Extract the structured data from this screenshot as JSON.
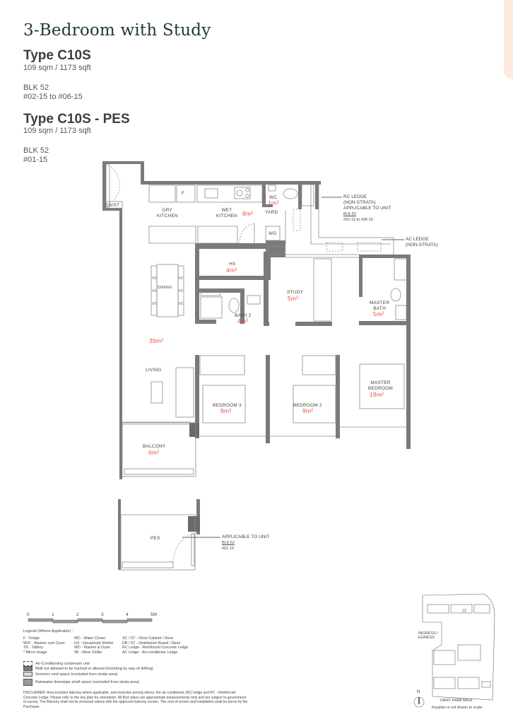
{
  "page": {
    "title": "3-Bedroom with Study"
  },
  "units": [
    {
      "type": "Type C10S",
      "area": "109 sqm / 1173 sqft",
      "block": "BLK 52",
      "units": "#02-15 to #06-15"
    },
    {
      "type": "Type C10S - PES",
      "area": "109 sqm / 1173 sqft",
      "block": "BLK 52",
      "units": "#01-15"
    }
  ],
  "floorplan": {
    "rooms": {
      "db_st": "DB/ST",
      "dry_kitchen": [
        "DRY",
        "KITCHEN"
      ],
      "fridge": "F",
      "wet_kitchen": [
        "WET",
        "KITCHEN"
      ],
      "kitchen_area": "8m²",
      "wc": "WC",
      "wc_area": "1m²",
      "yard": "YARD",
      "wd": "WD",
      "hs": "HS",
      "hs_area": "4m²",
      "dining": "DINING",
      "study": "STUDY",
      "study_area": "5m²",
      "bath2": "BATH 2",
      "bath2_area": "4m²",
      "master_bath": [
        "MASTER",
        "BATH"
      ],
      "master_bath_area": "5m²",
      "living_area": "39m²",
      "living": "LIVING",
      "bedroom3": "BEDROOM 3",
      "bedroom3_area": "9m²",
      "bedroom2": "BEDROOM 2",
      "bedroom2_area": "9m²",
      "master_bedroom": [
        "MASTER",
        "BEDROOM"
      ],
      "master_bedroom_area": "19m²",
      "balcony": "BALCONY",
      "balcony_area": "6m²",
      "pes": "PES"
    },
    "notes": {
      "rc_ledge": [
        "RC LEDGE",
        "(NON-STRATA)",
        "APPLICABLE TO UNIT"
      ],
      "rc_ledge_block": "BLK 52",
      "rc_ledge_units": "#02-15 to #06-15",
      "ac_ledge": [
        "AC LEDGE",
        "(NON-STRATA)"
      ],
      "pes_applicable": "APPLICABLE TO UNIT",
      "pes_block": "BLK 52",
      "pes_units": "#01-15"
    }
  },
  "scale": {
    "ticks": [
      "0",
      "1",
      "2",
      "3",
      "4",
      "5M"
    ]
  },
  "legend": {
    "heading": "Legend (Where Applicable) :",
    "abbrev": [
      "F - Fridge",
      "WC - Water Closet",
      "SC / ST - Shoe Cabinet / Store",
      "W/D - Washer cum Dryer",
      "HS - Household Shelter",
      "DB / ST - Distribution Board / Store",
      "TB - Tallboy",
      "WD - Washer & Dryer",
      "RC Ledge - Reinforced Concrete Ledge",
      "* Mirror Image",
      "WI - Wine Chiller",
      "AC Ledge - Air-conditioner Ledge"
    ],
    "symbols": [
      "Air-Conditioning condenser unit",
      "Wall not allowed to be hacked or altered (including by way of drilling)",
      "Services void space (excluded from strata area)",
      "Rainwater downpipe shaft space (excluded from strata area)"
    ]
  },
  "disclaimer": "DISCLAIMER: Area includes balcony where applicable, and excludes among others, the air-conditioner (AC) ledge and RC - Reinforced Concrete Ledge. Please refer to the key plan for orientation. All floor plans are approximate measurements only and are subject to government re-survey. The Balcony shall not be enclosed unless with the approved balcony screen. The cost of screen and installation shall be borne by the Purchaser.",
  "keyplan": {
    "ingress": [
      "INGRESS /",
      "EGRESS"
    ],
    "road": "DAIRY FARM WALK",
    "north": "N",
    "note": "Keyplan is not drawn to scale",
    "highlight_color": "#f6c9a8"
  },
  "colors": {
    "title": "#1f3b2b",
    "wall": "#7a7a7a",
    "area_text": "#e8533c",
    "tab": "#fde9de"
  }
}
